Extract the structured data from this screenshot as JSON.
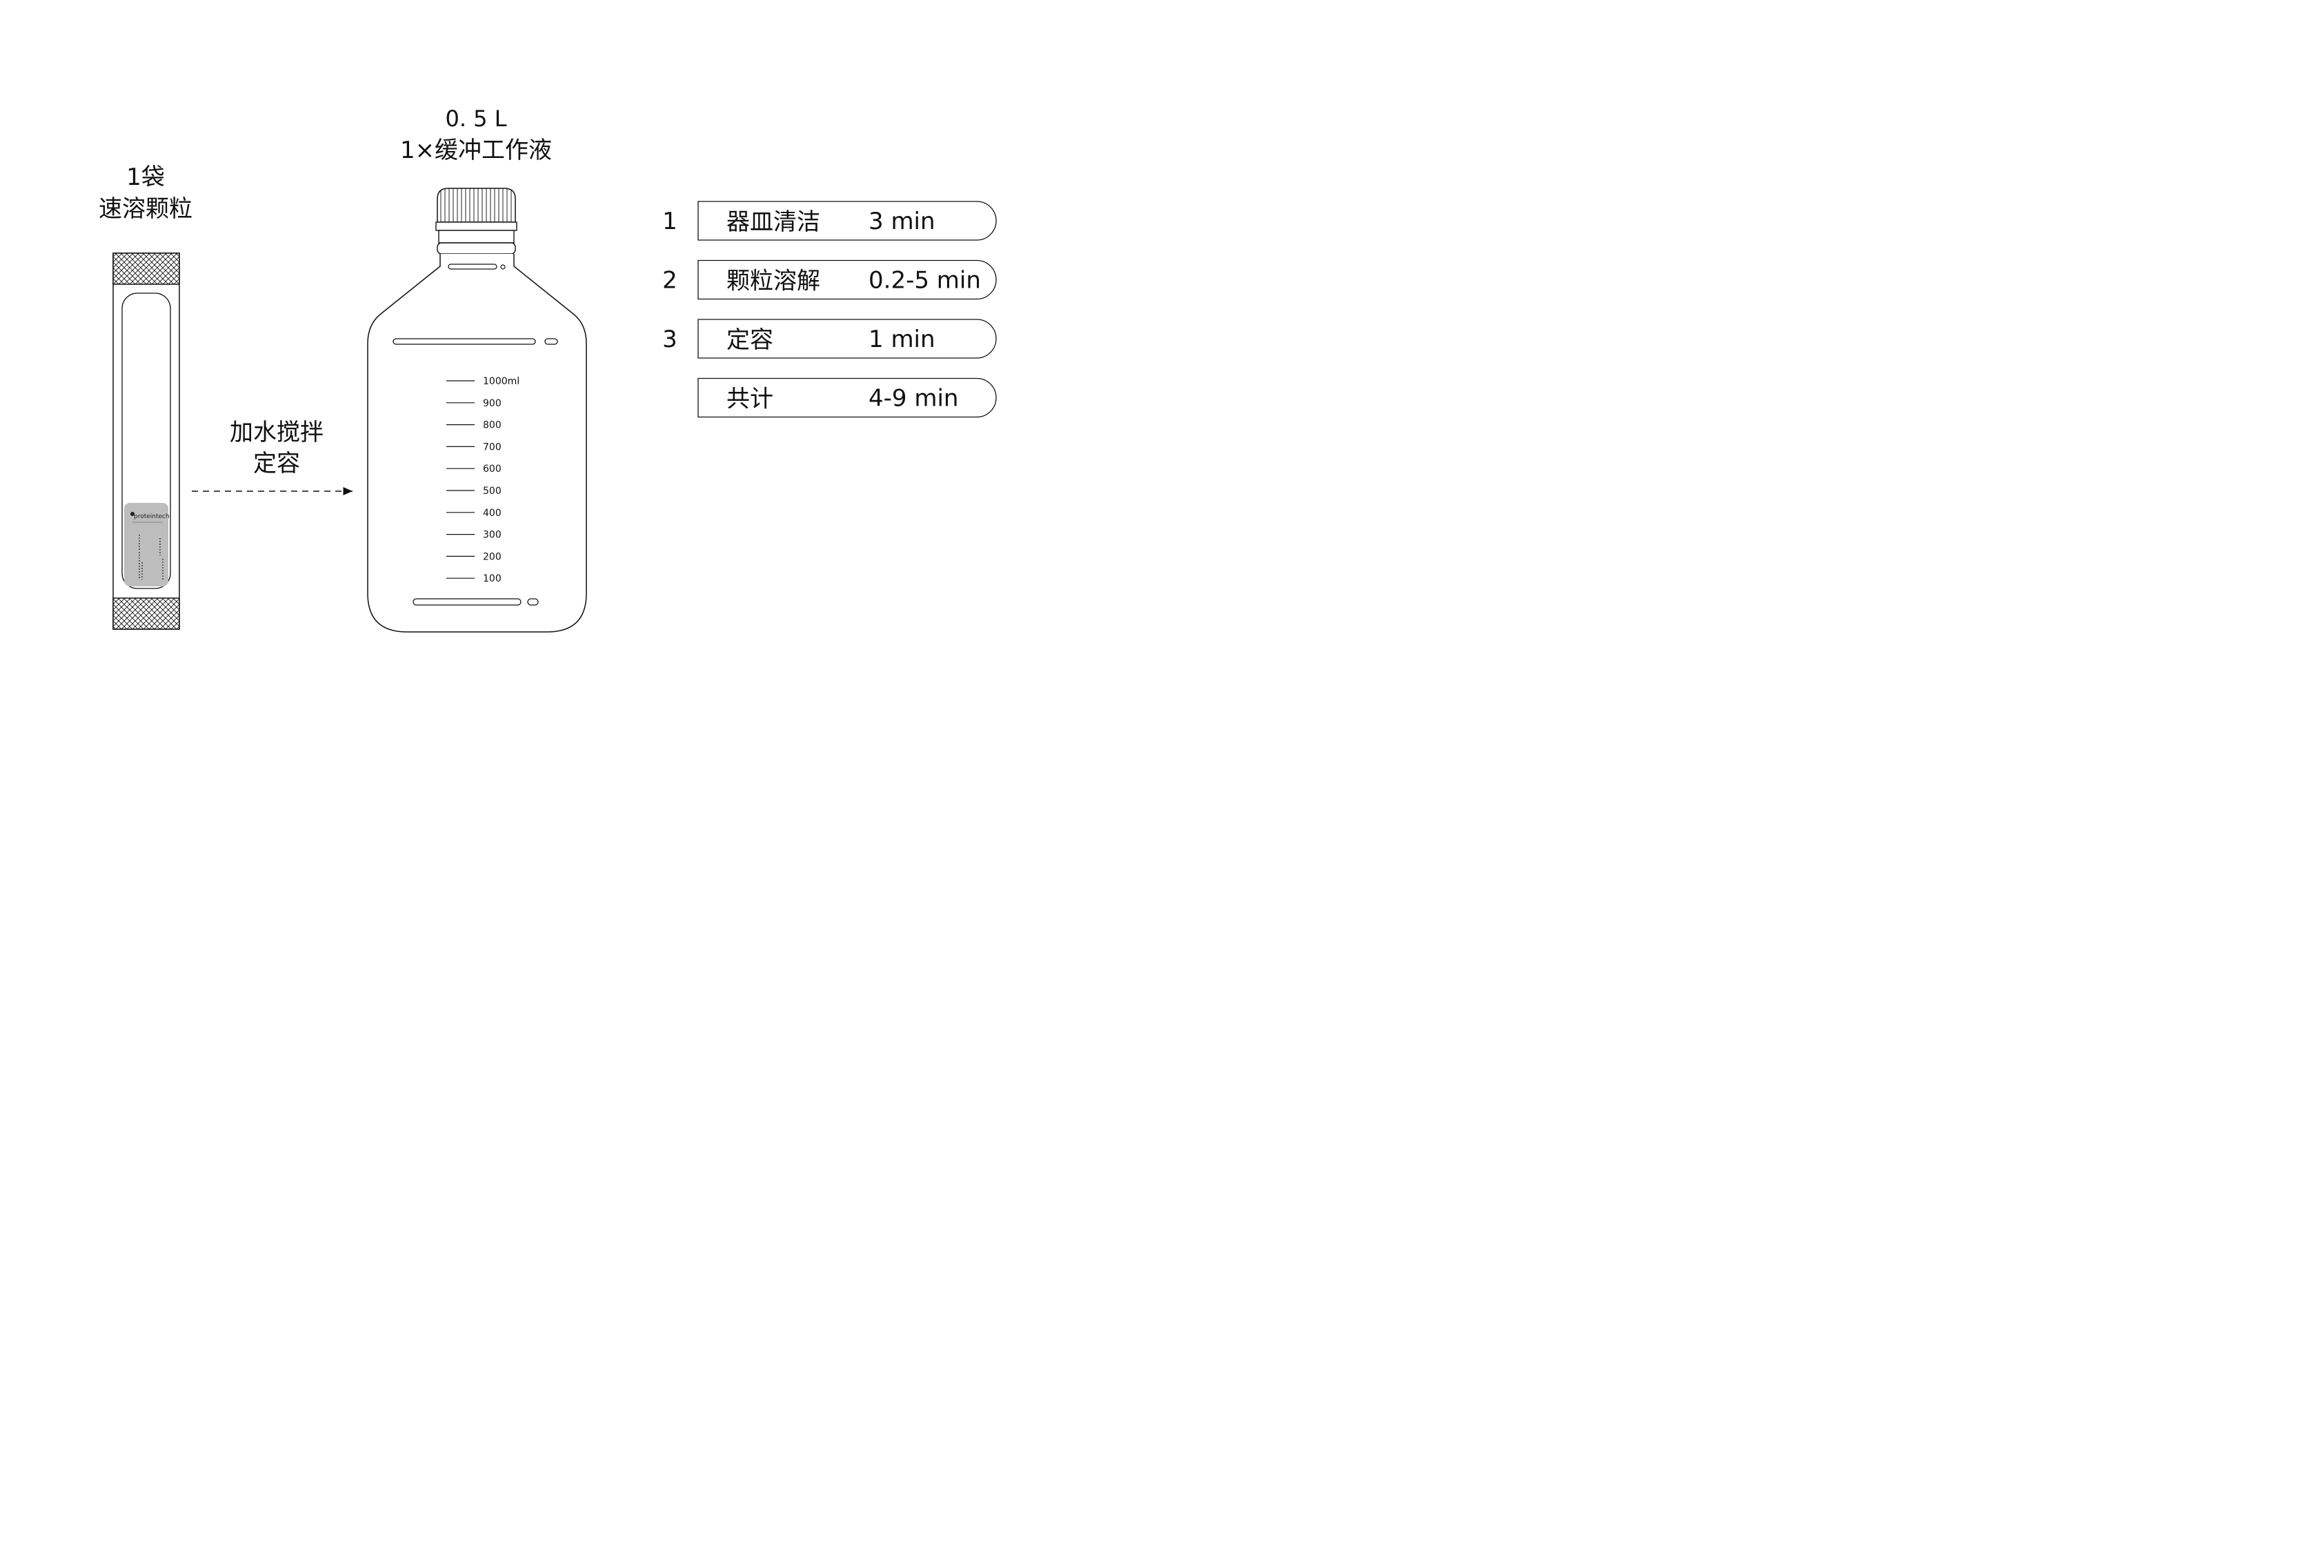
{
  "sachet": {
    "count_label": "1袋",
    "name_label": "速溶颗粒",
    "brand": "proteintech"
  },
  "arrow": {
    "line1": "加水搅拌",
    "line2": "定容"
  },
  "bottle": {
    "volume_label": "0. 5 L",
    "buffer_label": "1×缓冲工作液",
    "graduations": [
      "1000ml",
      "900",
      "800",
      "700",
      "600",
      "500",
      "400",
      "300",
      "200",
      "100"
    ]
  },
  "steps": [
    {
      "number": "1",
      "name": "器皿清洁",
      "time": "3 min"
    },
    {
      "number": "2",
      "name": "颗粒溶解",
      "time": "0.2-5 min"
    },
    {
      "number": "3",
      "name": "定容",
      "time": "1 min"
    },
    {
      "number": "",
      "name": "共计",
      "time": "4-9 min"
    }
  ]
}
